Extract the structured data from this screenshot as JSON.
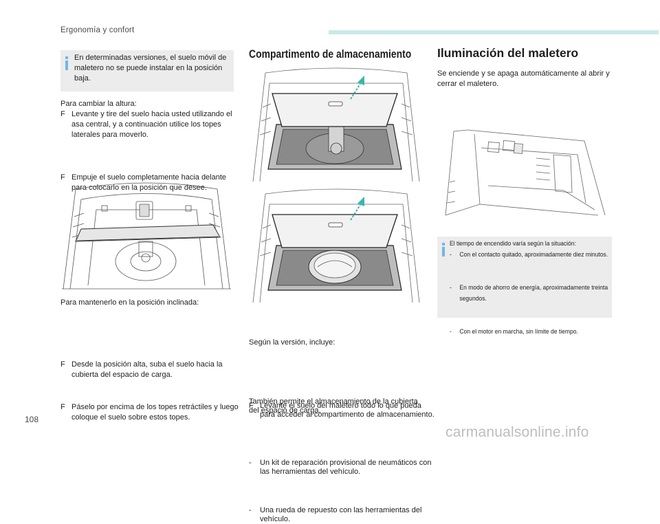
{
  "header": {
    "section_title": "Ergonomía y confort",
    "accent_color": "#c7ebe9"
  },
  "page_number": "108",
  "watermark": "carmanualsonline.info",
  "left_column": {
    "info_box": {
      "icon": "info-icon",
      "text": "En determinadas versiones, el suelo móvil de maletero no se puede instalar en la posición baja."
    },
    "change_height_intro": "Para cambiar la altura:",
    "change_height_steps": [
      "Levante y tire del suelo hacia usted utilizando el asa central, y a continuación utilice los topes laterales para moverlo.",
      "Empuje el suelo completamente hacia delante para colocarlo en la posición que desee."
    ],
    "incline_intro": "Para mantenerlo en la posición inclinada:",
    "incline_steps": [
      "Desde la posición alta, suba el suelo hacia la cubierta del espacio de carga.",
      "Páselo por encima de los topes retráctiles y luego coloque el suelo sobre estos topes."
    ],
    "bullet_glyph": "F"
  },
  "middle_column": {
    "title": "Compartimento de almacenamiento",
    "step": "Levante el suelo del maletero todo lo que pueda para acceder al compartimento de almacenamiento.",
    "version_intro": "Según la versión, incluye:",
    "version_items": [
      "Un kit de reparación provisional de neumáticos con las herramientas del vehículo.",
      "Una rueda de repuesto con las herramientas del vehículo."
    ],
    "closing": "También permite el almacenamiento de la cubierta del espacio de carga.",
    "dash": "-"
  },
  "right_column": {
    "title": "Iluminación del maletero",
    "intro": "Se enciende y se apaga automáticamente al abrir y cerrar el maletero.",
    "info_box": {
      "icon": "info-icon",
      "lead": "El tiempo de encendido varía según la situación:",
      "items": [
        "Con el contacto quitado, aproximadamente diez minutos.",
        "En modo de ahorro de energía, aproximadamente treinta segundos.",
        "Con el motor en marcha, sin límite de tiempo."
      ]
    }
  }
}
